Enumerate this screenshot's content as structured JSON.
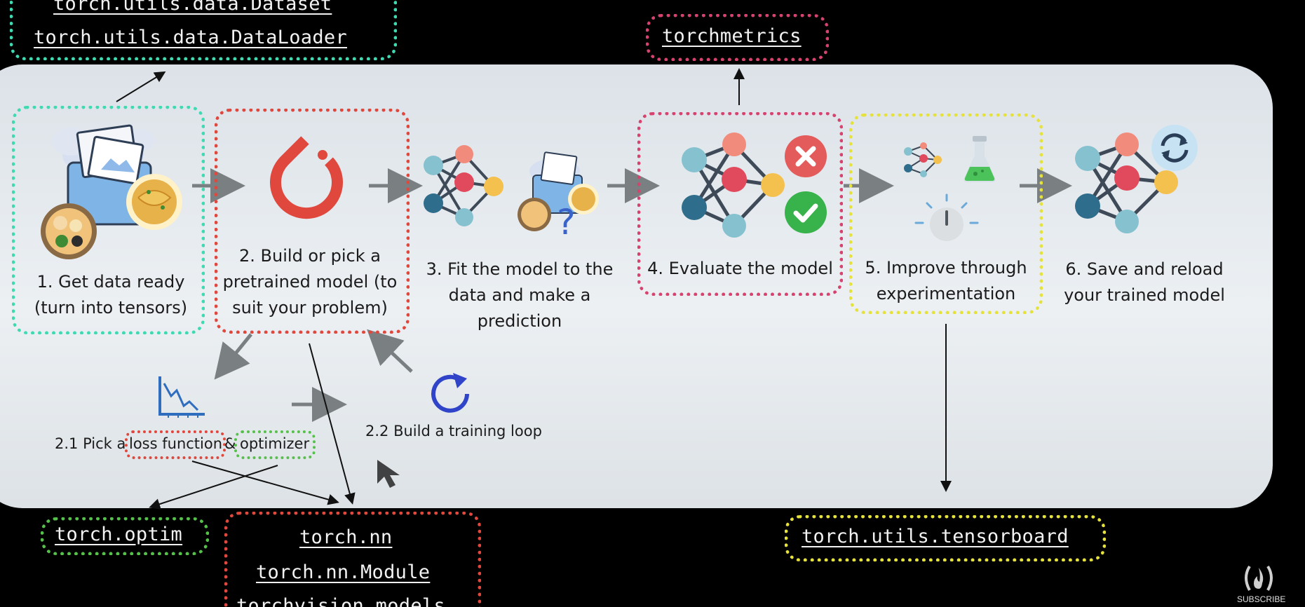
{
  "colors": {
    "background": "#000000",
    "panel": "#e6eaee",
    "teal": "#3fd9b2",
    "red": "#e0473d",
    "pink": "#d6436e",
    "yellow": "#e6e23c",
    "green": "#55c04a",
    "arrow": "#7a7f82"
  },
  "libraries": {
    "dataset": "torch.utils.data.Dataset",
    "dataloader": "torch.utils.data.DataLoader",
    "torchmetrics": "torchmetrics",
    "optim": "torch.optim",
    "nn": "torch.nn",
    "nn_module": "torch.nn.Module",
    "vision_models": "torchvision.models",
    "tensorboard": "torch.utils.tensorboard"
  },
  "steps": [
    {
      "label": "1. Get data ready (turn into tensors)",
      "icon": "data-folder-icon"
    },
    {
      "label": "2. Build or pick a pretrained model (to suit your problem)",
      "icon": "pytorch-logo-icon"
    },
    {
      "label": "3. Fit the model to the data and make a prediction",
      "icon": "neural-network-icon"
    },
    {
      "label": "4. Evaluate the model",
      "icon": "neural-network-icon"
    },
    {
      "label": "5. Improve through experimentation",
      "icon": "experiment-icon"
    },
    {
      "label": "6. Save and reload your trained model",
      "icon": "refresh-icon"
    }
  ],
  "substeps": {
    "loss_prefix": "2.1 Pick a",
    "loss": "loss function",
    "amp": "&",
    "optimizer": "optimizer",
    "loop": "2.2 Build a training loop"
  },
  "channel": {
    "subscribe": "SUBSCRIBE"
  }
}
